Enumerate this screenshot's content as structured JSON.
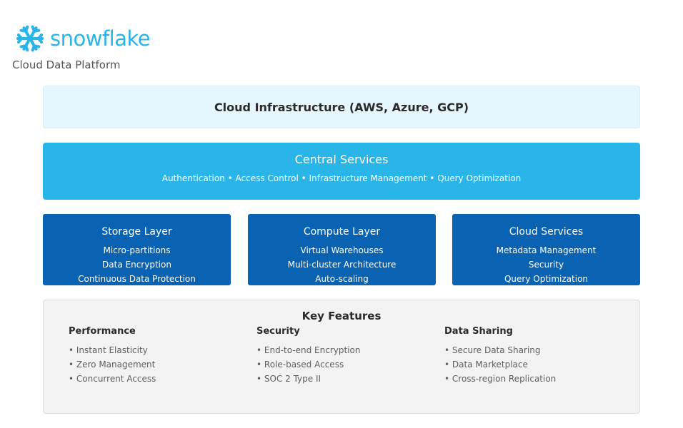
{
  "brand": {
    "name": "snowflake",
    "subtitle": "Cloud Data Platform",
    "color": "#29b5e8"
  },
  "infrastructure": {
    "label": "Cloud Infrastructure (AWS, Azure, GCP)"
  },
  "central_services": {
    "title": "Central Services",
    "description": "Authentication • Access Control • Infrastructure Management • Query Optimization"
  },
  "layers": [
    {
      "title": "Storage Layer",
      "items": [
        "Micro-partitions",
        "Data Encryption",
        "Continuous Data Protection"
      ]
    },
    {
      "title": "Compute Layer",
      "items": [
        "Virtual Warehouses",
        "Multi-cluster Architecture",
        "Auto-scaling"
      ]
    },
    {
      "title": "Cloud Services",
      "items": [
        "Metadata Management",
        "Security",
        "Query Optimization"
      ]
    }
  ],
  "key_features": {
    "title": "Key Features",
    "columns": [
      {
        "title": "Performance",
        "items": [
          "• Instant Elasticity",
          "• Zero Management",
          "• Concurrent Access"
        ]
      },
      {
        "title": "Security",
        "items": [
          "• End-to-end Encryption",
          "• Role-based Access",
          "• SOC 2 Type II"
        ]
      },
      {
        "title": "Data Sharing",
        "items": [
          "• Secure Data Sharing",
          "• Data Marketplace",
          "• Cross-region Replication"
        ]
      }
    ]
  },
  "colors": {
    "infrastructure_bg": "#e6f6fd",
    "central_bg": "#29b5e8",
    "layer_bg": "#0a63b2",
    "features_bg": "#f3f3f3"
  }
}
